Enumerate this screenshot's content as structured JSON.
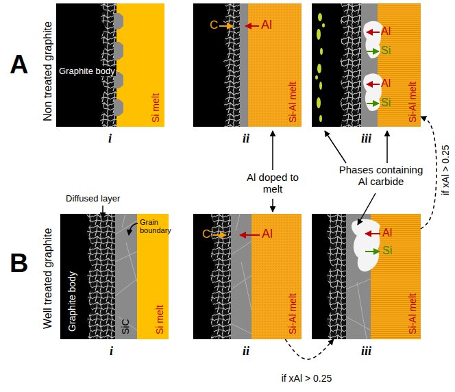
{
  "diagram": {
    "nodes": [
      {
        "text": [
          "Graphite body",
          "Si melt"
        ]
      },
      {
        "text": [
          "C",
          "Al",
          "Si-Al melt"
        ]
      },
      {
        "text": [
          "Al",
          "Si",
          "Al",
          "Si",
          "Si-Al melt"
        ]
      },
      {
        "text": [
          "Graphite body",
          "SiC",
          "Si melt"
        ]
      },
      {
        "text": [
          "C",
          "Al",
          "Si-Al melt"
        ]
      },
      {
        "text": [
          "Al",
          "Si",
          "Si-Al melt"
        ]
      }
    ],
    "edges": [
      {
        "from": 4,
        "to": 5,
        "arrow": "to",
        "label": "if xAl > 0.25"
      },
      {
        "from": 5,
        "to": 2,
        "arrow": "to",
        "label": "if xAl > 0.25"
      }
    ],
    "labels": [
      "A",
      "Non treated graphite",
      "i",
      "ii",
      "iii",
      "Al doped to melt",
      "Phases containing Al carbide",
      "B",
      "Well treated graphite",
      "Diffused layer",
      "Grain boundary",
      "i",
      "ii",
      "iii"
    ]
  }
}
